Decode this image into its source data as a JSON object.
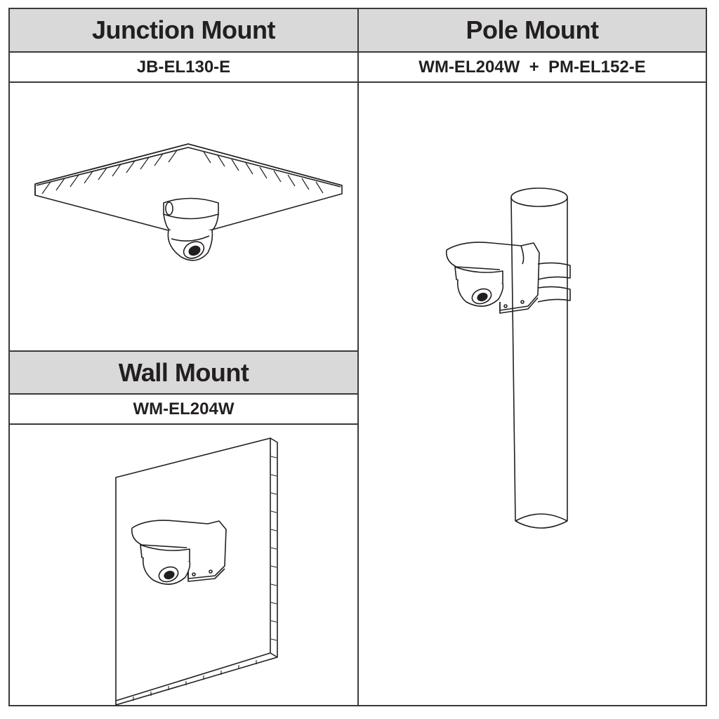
{
  "sections": {
    "junction": {
      "title": "Junction Mount",
      "model": "JB-EL130-E",
      "illustration_icon": "ceiling-dome-camera-icon"
    },
    "pole": {
      "title": "Pole Mount",
      "model": "WM-EL204W  +  PM-EL152-E",
      "illustration_icon": "pole-bracket-camera-icon"
    },
    "wall": {
      "title": "Wall Mount",
      "model": "WM-EL204W",
      "illustration_icon": "wall-bracket-camera-icon"
    }
  },
  "colors": {
    "header_bg": "#d9d9d9",
    "border": "#3a3a3a",
    "text": "#231f20"
  }
}
